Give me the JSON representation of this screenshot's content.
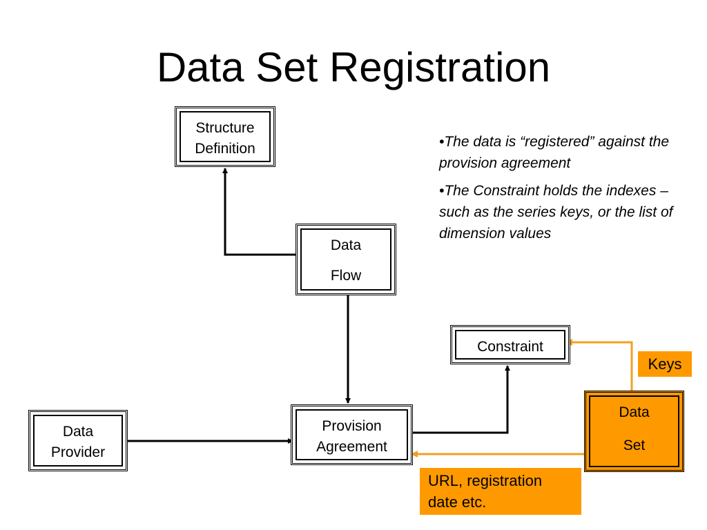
{
  "slide": {
    "title": "Data Set Registration"
  },
  "nodes": {
    "structure_definition": {
      "line1": "Structure",
      "line2": "Definition"
    },
    "data_flow": {
      "line1": "Data",
      "line2": "Flow"
    },
    "constraint": {
      "line1": "Constraint"
    },
    "data_provider": {
      "line1": "Data",
      "line2": "Provider"
    },
    "provision_agreement": {
      "line1": "Provision",
      "line2": "Agreement"
    },
    "data_set": {
      "line1": "Data",
      "line2": "Set"
    }
  },
  "labels": {
    "keys": "Keys",
    "url_registration": "URL, registration date etc."
  },
  "notes": [
    "•The data is “registered” against the provision agreement",
    "•The Constraint holds the indexes – such as the series keys, or the list of dimension values"
  ],
  "colors": {
    "accent_orange": "#ff9900",
    "arrow_black": "#000000",
    "arrow_orange": "#f0a020"
  }
}
